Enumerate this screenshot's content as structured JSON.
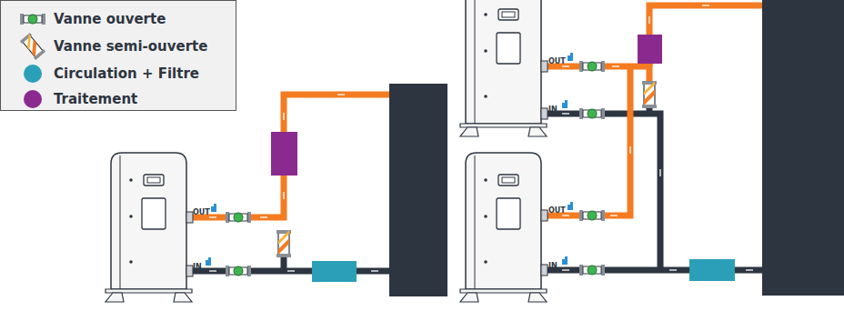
{
  "diagram": {
    "labels": [
      "OUT",
      "IN",
      "OUT",
      "IN",
      "OUT",
      "IN"
    ],
    "legend": [
      {
        "text": "Vanne ouverte"
      },
      {
        "text": "Vanne semi-ouverte"
      },
      {
        "text": "Circulation + Filtre",
        "color": "#2b9fb8"
      },
      {
        "text": "Traitement",
        "color": "#8b2a8e"
      }
    ]
  }
}
